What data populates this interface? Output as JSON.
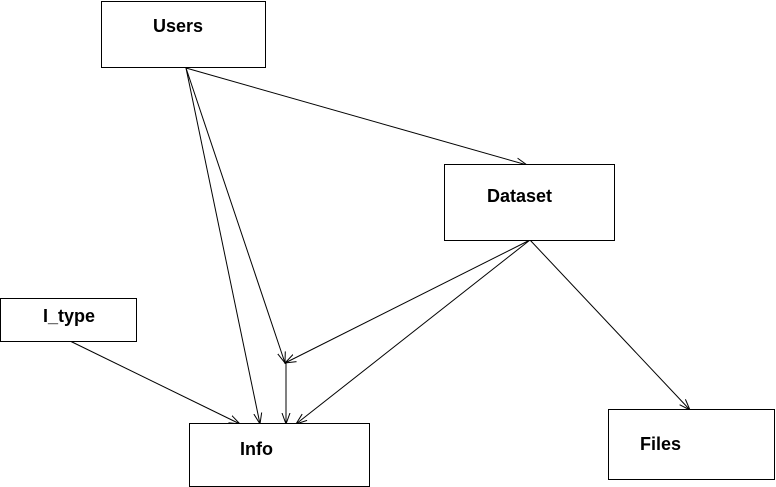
{
  "nodes": {
    "users": "Users",
    "dataset": "Dataset",
    "i_type": "I_type",
    "info": "Info",
    "files": "Files"
  },
  "edges": [
    {
      "from": "Users",
      "to": "Dataset"
    },
    {
      "from": "Users",
      "to": "Info"
    },
    {
      "from": "Users",
      "to": "Info"
    },
    {
      "from": "Dataset",
      "to": "Info"
    },
    {
      "from": "Dataset",
      "to": "Info"
    },
    {
      "from": "Dataset",
      "to": "Files"
    },
    {
      "from": "I_type",
      "to": "Info"
    }
  ],
  "colors": {
    "stroke": "#000000",
    "background": "#ffffff"
  }
}
